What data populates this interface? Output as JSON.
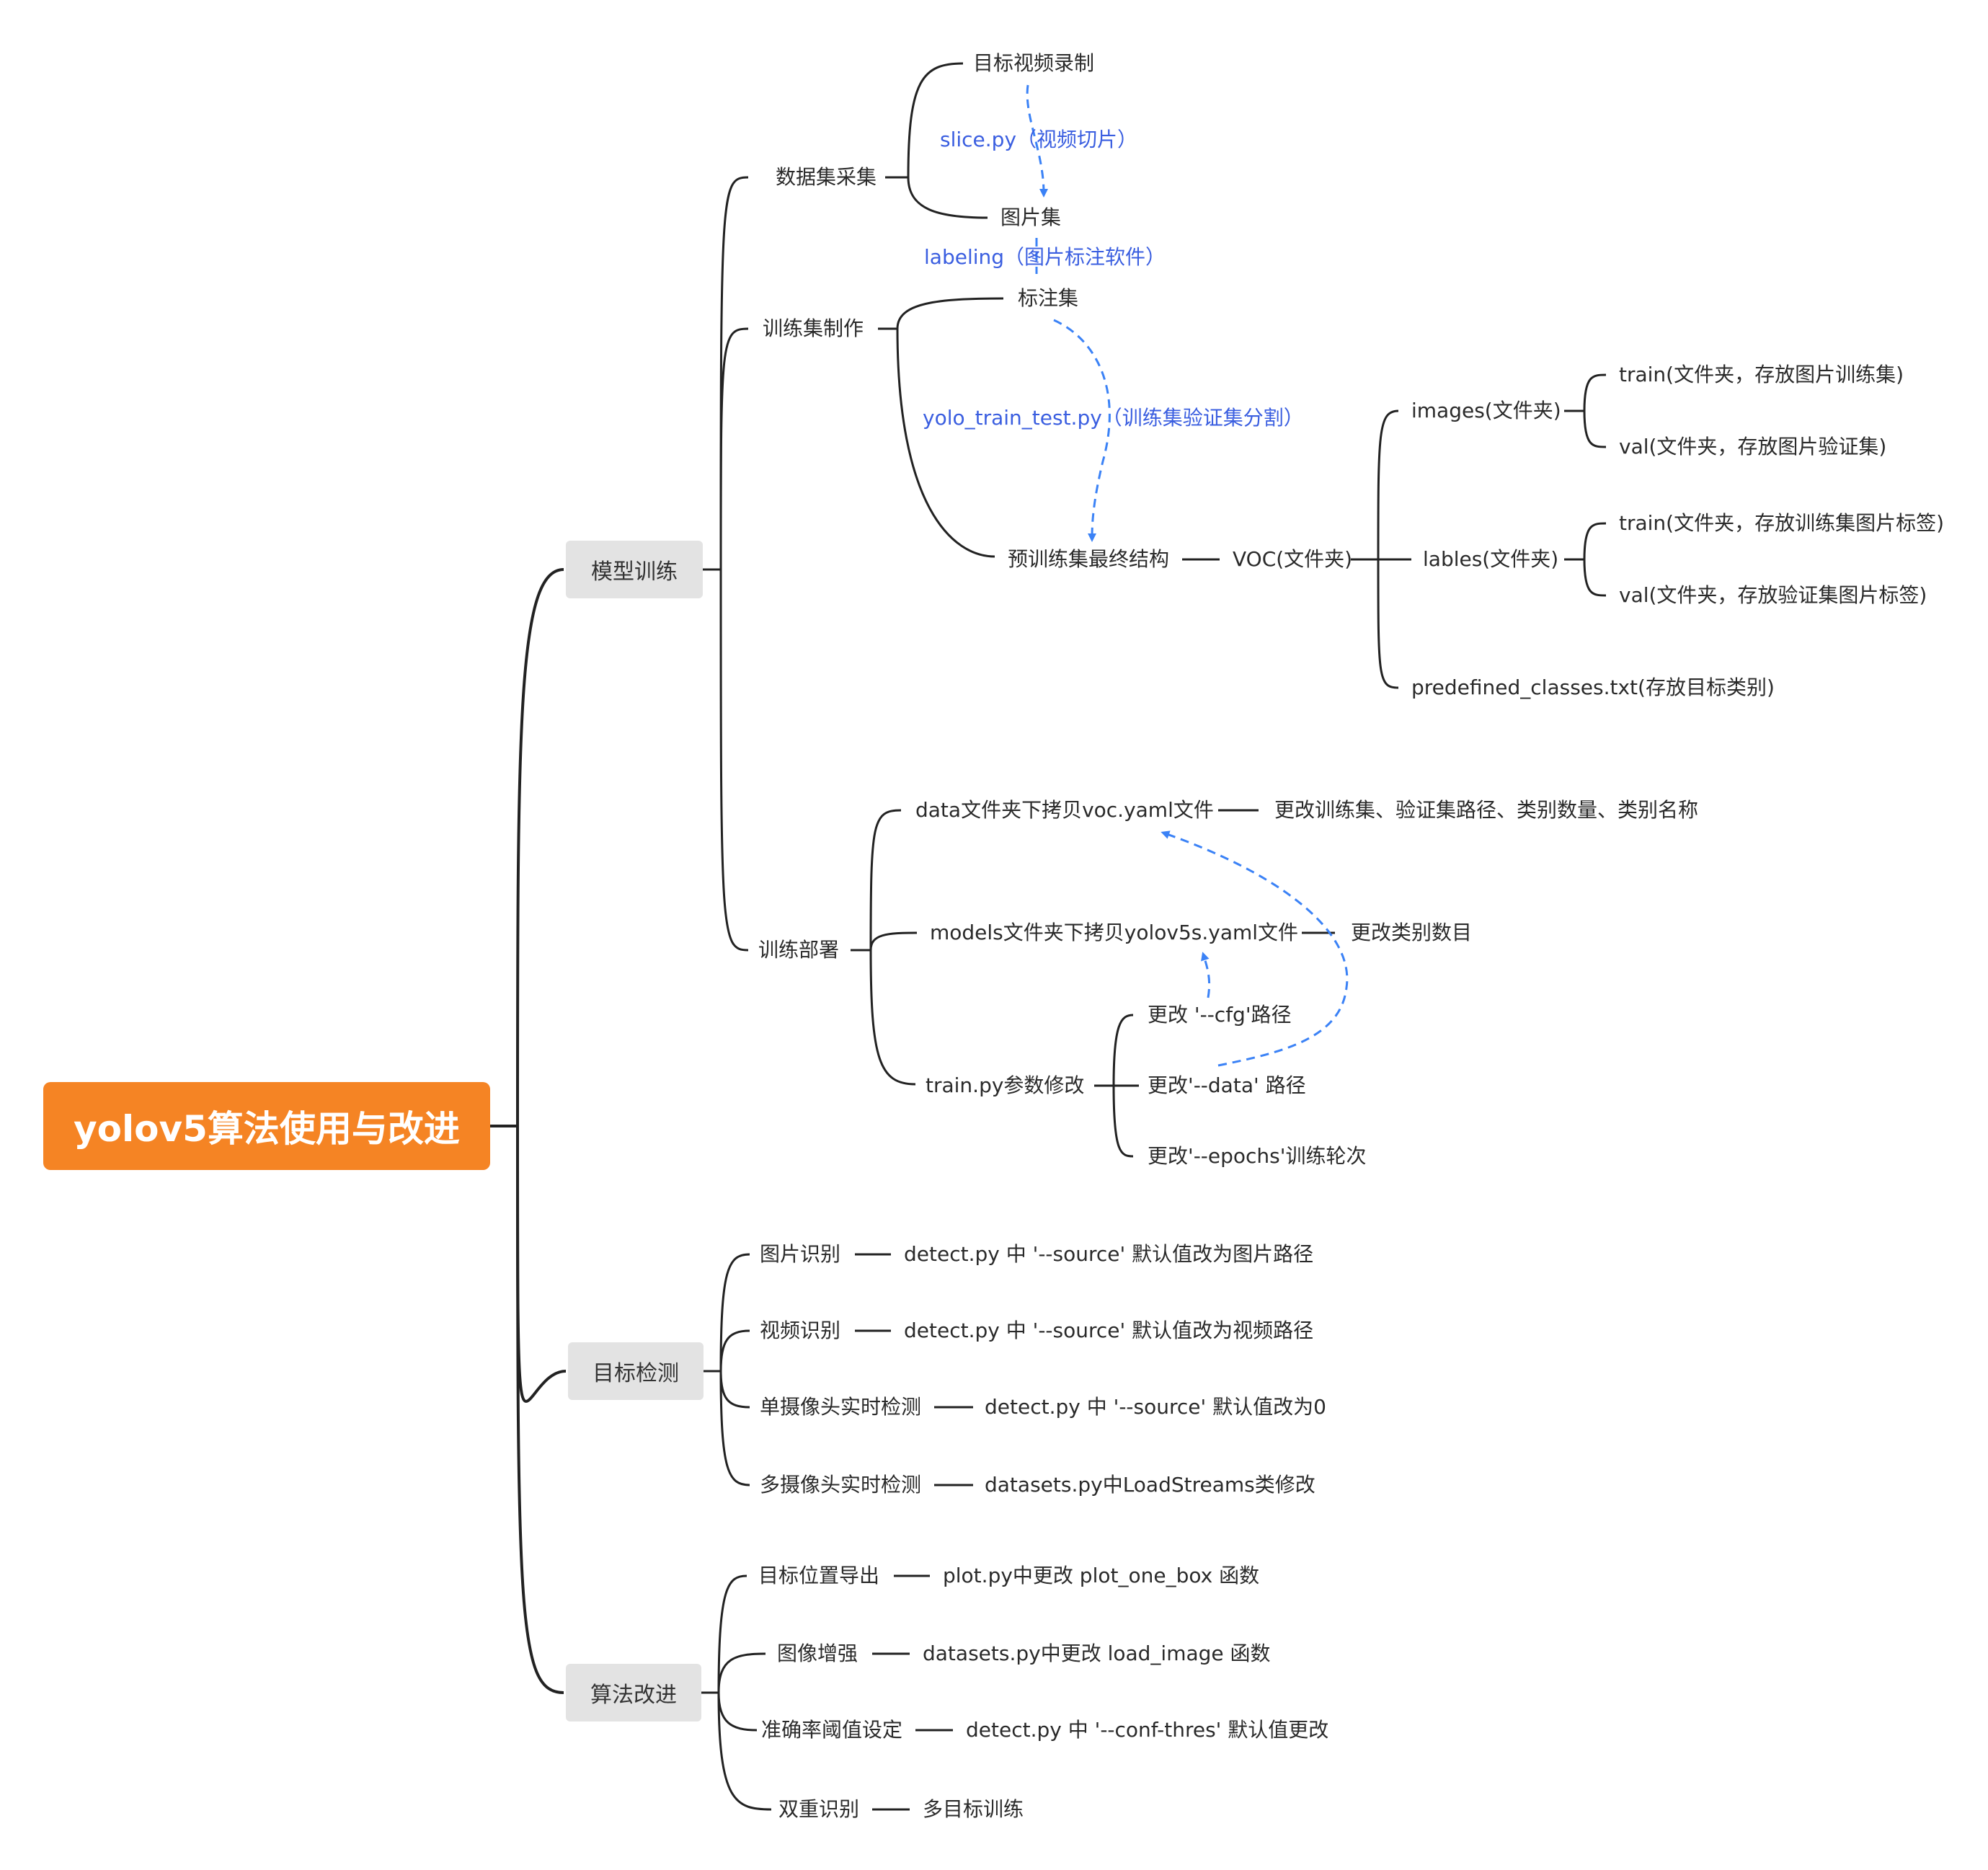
{
  "root": "yolov5算法使用与改进",
  "train": {
    "label": "模型训练",
    "dataset": {
      "label": "数据集采集",
      "video": "目标视频录制",
      "slice": "slice.py（视频切片）",
      "images_set": "图片集"
    },
    "build": {
      "label": "训练集制作",
      "labeling": "labeling（图片标注软件）",
      "annotations": "标注集",
      "split": "yolo_train_test.py（训练集验证集分割）",
      "final": "预训练集最终结构",
      "voc": "VOC(文件夹)",
      "images": "images(文件夹)",
      "images_train": "train(文件夹，存放图片训练集)",
      "images_val": "val(文件夹，存放图片验证集)",
      "lables": "lables(文件夹)",
      "lables_train": "train(文件夹，存放训练集图片标签)",
      "lables_val": "val(文件夹，存放验证集图片标签)",
      "classes": "predefined_classes.txt(存放目标类别)"
    },
    "deploy": {
      "label": "训练部署",
      "data_yaml": "data文件夹下拷贝voc.yaml文件",
      "data_yaml_note": "更改训练集、验证集路径、类别数量、类别名称",
      "model_yaml": "models文件夹下拷贝yolov5s.yaml文件",
      "model_yaml_note": "更改类别数目",
      "train_params": "train.py参数修改",
      "cfg": "更改 '--cfg'路径",
      "data": "更改'--data' 路径",
      "epochs": "更改'--epochs'训练轮次"
    }
  },
  "detect": {
    "label": "目标检测",
    "items": [
      {
        "name": "图片识别",
        "note": "detect.py 中 '--source' 默认值改为图片路径"
      },
      {
        "name": "视频识别",
        "note": "detect.py 中 '--source' 默认值改为视频路径"
      },
      {
        "name": "单摄像头实时检测",
        "note": "detect.py 中 '--source' 默认值改为0"
      },
      {
        "name": "多摄像头实时检测",
        "note": "datasets.py中LoadStreams类修改"
      }
    ]
  },
  "improve": {
    "label": "算法改进",
    "items": [
      {
        "name": "目标位置导出",
        "note": "plot.py中更改 plot_one_box 函数"
      },
      {
        "name": "图像增强",
        "note": "datasets.py中更改 load_image 函数"
      },
      {
        "name": "准确率阈值设定",
        "note": "detect.py 中 '--conf-thres' 默认值更改"
      },
      {
        "name": "双重识别",
        "note": "多目标训练"
      }
    ]
  },
  "colors": {
    "root": "#f58424",
    "branch_box": "#e3e3e3",
    "line": "#222222",
    "dashed": "#3b82f6",
    "blue_text": "#3a5ee0"
  }
}
